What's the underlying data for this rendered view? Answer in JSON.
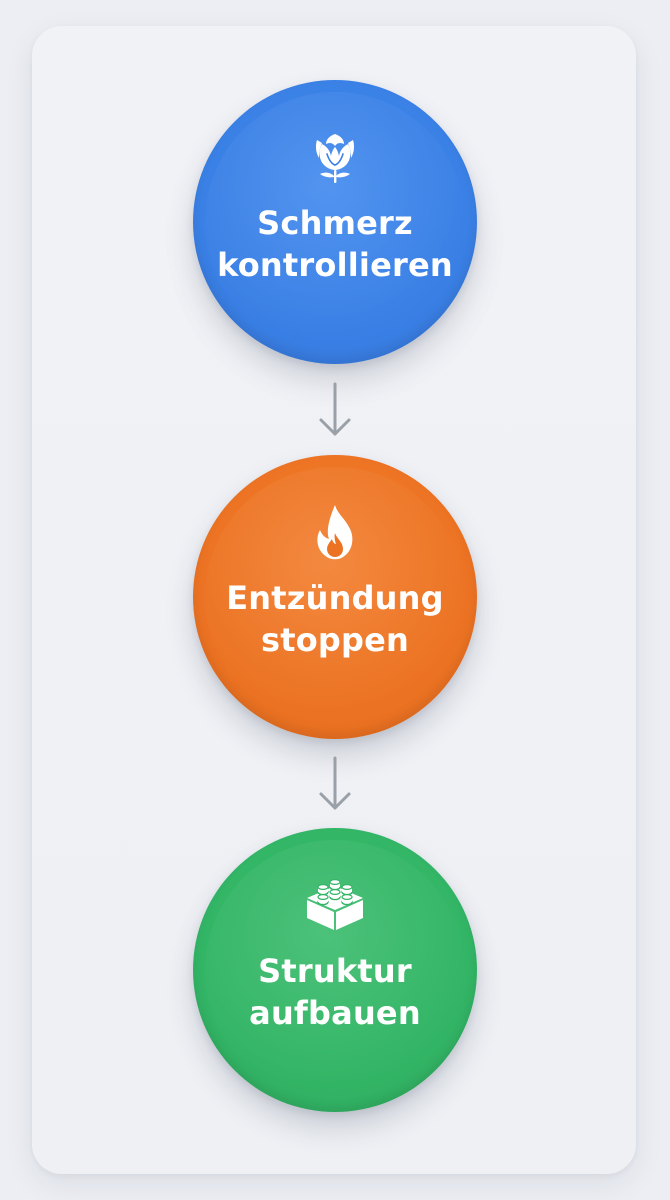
{
  "colors": {
    "step1": "#3b82e6",
    "step2": "#ef7524",
    "step3": "#33b566",
    "arrow": "#9aa0a8",
    "background": "#eceef3"
  },
  "steps": [
    {
      "icon": "rose-icon",
      "line1": "Schmerz",
      "line2": "kontrollieren"
    },
    {
      "icon": "flame-icon",
      "line1": "Entzündung",
      "line2": "stoppen"
    },
    {
      "icon": "brick-icon",
      "line1": "Struktur",
      "line2": "aufbauen"
    }
  ]
}
